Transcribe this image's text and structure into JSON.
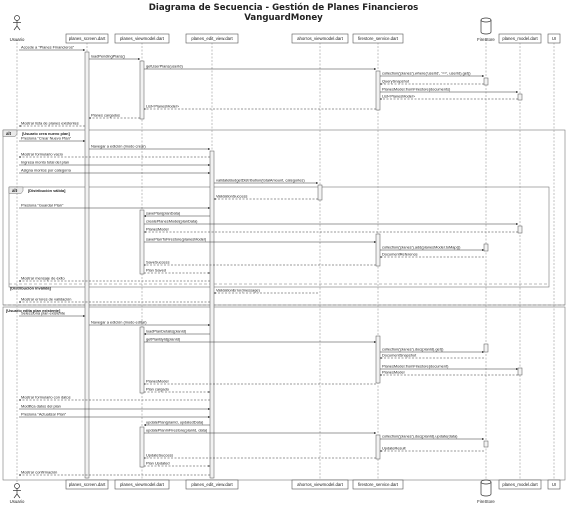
{
  "title": {
    "line1": "Diagrama de Secuencia - Gestión de Planes Financieros",
    "line2": "VanguardMoney"
  },
  "participants": [
    {
      "id": "usuario",
      "label": "Usuario",
      "kind": "actor"
    },
    {
      "id": "screen",
      "label": "planes_screen.dart",
      "kind": "box"
    },
    {
      "id": "viewmodel",
      "label": "planes_viewmodel.dart",
      "kind": "box"
    },
    {
      "id": "edit",
      "label": "planes_edit_view.dart",
      "kind": "box"
    },
    {
      "id": "ahorros",
      "label": "ahorros_viewmodel.dart",
      "kind": "box"
    },
    {
      "id": "firestore",
      "label": "firestore_service.dart",
      "kind": "box"
    },
    {
      "id": "firebase",
      "label": "FireStore",
      "kind": "database"
    },
    {
      "id": "model",
      "label": "planes_model.dart",
      "kind": "box"
    },
    {
      "id": "ui",
      "label": "UI",
      "kind": "box"
    }
  ],
  "fragments": [
    {
      "label": "alt",
      "condition": "[Usuario crea nuevo plan]"
    },
    {
      "label": "alt",
      "condition": "[Distribución válida]"
    },
    {
      "label": "",
      "condition": "[Distribución inválida]"
    },
    {
      "label": "",
      "condition": "[Usuario edita plan existente]"
    }
  ],
  "messages": [
    {
      "from": "usuario",
      "to": "screen",
      "text": "Accede a \"Planes Financieros\"",
      "style": "solid"
    },
    {
      "from": "screen",
      "to": "viewmodel",
      "text": "loadPendingPlans()",
      "style": "solid"
    },
    {
      "from": "viewmodel",
      "to": "firestore",
      "text": "getUserPlans(userId)",
      "style": "solid"
    },
    {
      "from": "firestore",
      "to": "firebase",
      "text": "collection('planes').where('userId', '==', userId).get()",
      "style": "solid"
    },
    {
      "from": "firebase",
      "to": "firestore",
      "text": "QuerySnapshot",
      "style": "dashed"
    },
    {
      "from": "firestore",
      "to": "model",
      "text": "PlanesModel.fromFirestore(documents)",
      "style": "solid"
    },
    {
      "from": "model",
      "to": "firestore",
      "text": "List<PlanesModel>",
      "style": "dashed"
    },
    {
      "from": "firestore",
      "to": "viewmodel",
      "text": "List<PlanesModel>",
      "style": "dashed"
    },
    {
      "from": "viewmodel",
      "to": "screen",
      "text": "Planes cargados",
      "style": "dashed"
    },
    {
      "from": "screen",
      "to": "usuario",
      "text": "Mostrar lista de planes existentes",
      "style": "dashed"
    },
    {
      "from": "usuario",
      "to": "screen",
      "text": "Presiona \"Crear Nuevo Plan\"",
      "style": "solid"
    },
    {
      "from": "screen",
      "to": "edit",
      "text": "Navegar a edición (modo crear)",
      "style": "solid"
    },
    {
      "from": "edit",
      "to": "usuario",
      "text": "Mostrar formulario vacío",
      "style": "dashed"
    },
    {
      "from": "usuario",
      "to": "edit",
      "text": "Ingresa monto total del plan",
      "style": "solid"
    },
    {
      "from": "usuario",
      "to": "edit",
      "text": "Asigna montos por categoría",
      "style": "solid"
    },
    {
      "from": "edit",
      "to": "ahorros",
      "text": "validateBudgetDistribution(totalAmount, categories)",
      "style": "solid"
    },
    {
      "from": "ahorros",
      "to": "edit",
      "text": "ValidationSuccess",
      "style": "dashed"
    },
    {
      "from": "usuario",
      "to": "edit",
      "text": "Presiona \"Guardar Plan\"",
      "style": "solid"
    },
    {
      "from": "edit",
      "to": "viewmodel",
      "text": "savePlan(planData)",
      "style": "solid"
    },
    {
      "from": "viewmodel",
      "to": "model",
      "text": "createPlanesModel(planData)",
      "style": "solid"
    },
    {
      "from": "model",
      "to": "viewmodel",
      "text": "PlanesModel",
      "style": "dashed"
    },
    {
      "from": "viewmodel",
      "to": "firestore",
      "text": "savePlanToFirestore(planesModel)",
      "style": "solid"
    },
    {
      "from": "firestore",
      "to": "firebase",
      "text": "collection('planes').add(planesModel.toMap())",
      "style": "solid"
    },
    {
      "from": "firebase",
      "to": "firestore",
      "text": "DocumentReference",
      "style": "dashed"
    },
    {
      "from": "firestore",
      "to": "viewmodel",
      "text": "SaveSuccess",
      "style": "dashed"
    },
    {
      "from": "viewmodel",
      "to": "edit",
      "text": "Plan Saved",
      "style": "dashed"
    },
    {
      "from": "edit",
      "to": "usuario",
      "text": "Mostrar mensaje de éxito",
      "style": "dashed"
    },
    {
      "from": "ahorros",
      "to": "edit",
      "text": "ValidationError(message)",
      "style": "dashed"
    },
    {
      "from": "edit",
      "to": "usuario",
      "text": "Mostrar errores de validación",
      "style": "dashed"
    },
    {
      "from": "usuario",
      "to": "screen",
      "text": "Selecciona plan existente",
      "style": "solid"
    },
    {
      "from": "screen",
      "to": "edit",
      "text": "Navegar a edición (modo editar)",
      "style": "solid"
    },
    {
      "from": "edit",
      "to": "viewmodel",
      "text": "loadPlanDetails(planId)",
      "style": "solid"
    },
    {
      "from": "viewmodel",
      "to": "firestore",
      "text": "getPlanById(planId)",
      "style": "solid"
    },
    {
      "from": "firestore",
      "to": "firebase",
      "text": "collection('planes').doc(planId).get()",
      "style": "solid"
    },
    {
      "from": "firebase",
      "to": "firestore",
      "text": "DocumentSnapshot",
      "style": "dashed"
    },
    {
      "from": "firestore",
      "to": "model",
      "text": "PlanesModel.fromFirestore(document)",
      "style": "solid"
    },
    {
      "from": "model",
      "to": "firestore",
      "text": "PlanesModel",
      "style": "dashed"
    },
    {
      "from": "firestore",
      "to": "viewmodel",
      "text": "PlanesModel",
      "style": "dashed"
    },
    {
      "from": "viewmodel",
      "to": "edit",
      "text": "Plan cargado",
      "style": "dashed"
    },
    {
      "from": "edit",
      "to": "usuario",
      "text": "Mostrar formulario con datos",
      "style": "dashed"
    },
    {
      "from": "usuario",
      "to": "edit",
      "text": "Modifica datos del plan",
      "style": "solid"
    },
    {
      "from": "usuario",
      "to": "edit",
      "text": "Presiona \"Actualizar Plan\"",
      "style": "solid"
    },
    {
      "from": "edit",
      "to": "viewmodel",
      "text": "updatePlan(planId, updatedData)",
      "style": "solid"
    },
    {
      "from": "viewmodel",
      "to": "firestore",
      "text": "updatePlanInFirestore(planId, data)",
      "style": "solid"
    },
    {
      "from": "firestore",
      "to": "firebase",
      "text": "collection('planes').doc(planId).update(data)",
      "style": "solid"
    },
    {
      "from": "firebase",
      "to": "firestore",
      "text": "UpdateResult",
      "style": "dashed"
    },
    {
      "from": "firestore",
      "to": "viewmodel",
      "text": "UpdateSuccess",
      "style": "dashed"
    },
    {
      "from": "viewmodel",
      "to": "edit",
      "text": "Plan Updated",
      "style": "dashed"
    },
    {
      "from": "edit",
      "to": "usuario",
      "text": "Mostrar confirmación",
      "style": "dashed"
    }
  ]
}
